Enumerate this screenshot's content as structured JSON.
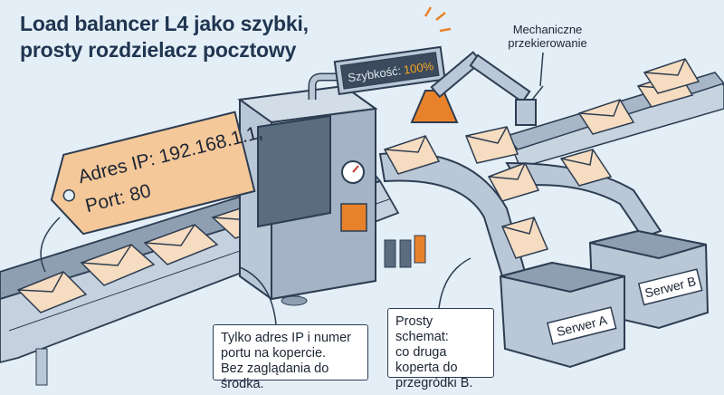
{
  "title": {
    "line1": "Load balancer L4 jako szybki,",
    "line2": "prosty rozdzielacz pocztowy"
  },
  "speed_display": {
    "label": "Szybkość:",
    "value": "100%"
  },
  "tag": {
    "line1": "Adres IP: 192.168.1.1,",
    "line2": "Port: 80"
  },
  "mechanism_label": {
    "line1": "Mechaniczne",
    "line2": "przekierowanie"
  },
  "callout_left": {
    "line1": "Tylko adres IP i numer",
    "line2": "portu na kopercie.",
    "line3": "Bez zaglądania do środka."
  },
  "callout_right": {
    "line1": "Prosty schemat:",
    "line2": "co druga",
    "line3": "koperta do",
    "line4": "przegródki B."
  },
  "bins": {
    "a": "Serwer A",
    "b": "Serwer B"
  },
  "colors": {
    "background": "#e4eef7",
    "title": "#1f3550",
    "accent_orange": "#e8822a",
    "tag": "#f5c89a",
    "envelope": "#f6dcc0",
    "metal": "#b9c7d6",
    "display_text": "#f5a623"
  }
}
